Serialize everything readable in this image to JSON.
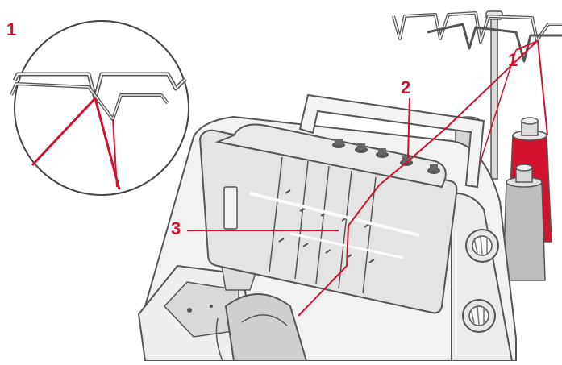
{
  "callouts": [
    {
      "id": "inset",
      "label": "1"
    },
    {
      "id": "guide",
      "label": "1"
    },
    {
      "id": "tension-dial",
      "label": "2"
    },
    {
      "id": "thread-paths",
      "label": "3"
    }
  ],
  "colors": {
    "accent": "#d2122e",
    "outline": "#555555",
    "machine_body": "#f2f2f2",
    "cover_panel": "#e6e6e6",
    "thread_spool_red": "#d2122e",
    "thread_spool_gray": "#c8c8c8"
  },
  "icons": {
    "inset_view": "magnified-thread-guide-illustration",
    "machine": "overlock-sewing-machine-illustration"
  }
}
